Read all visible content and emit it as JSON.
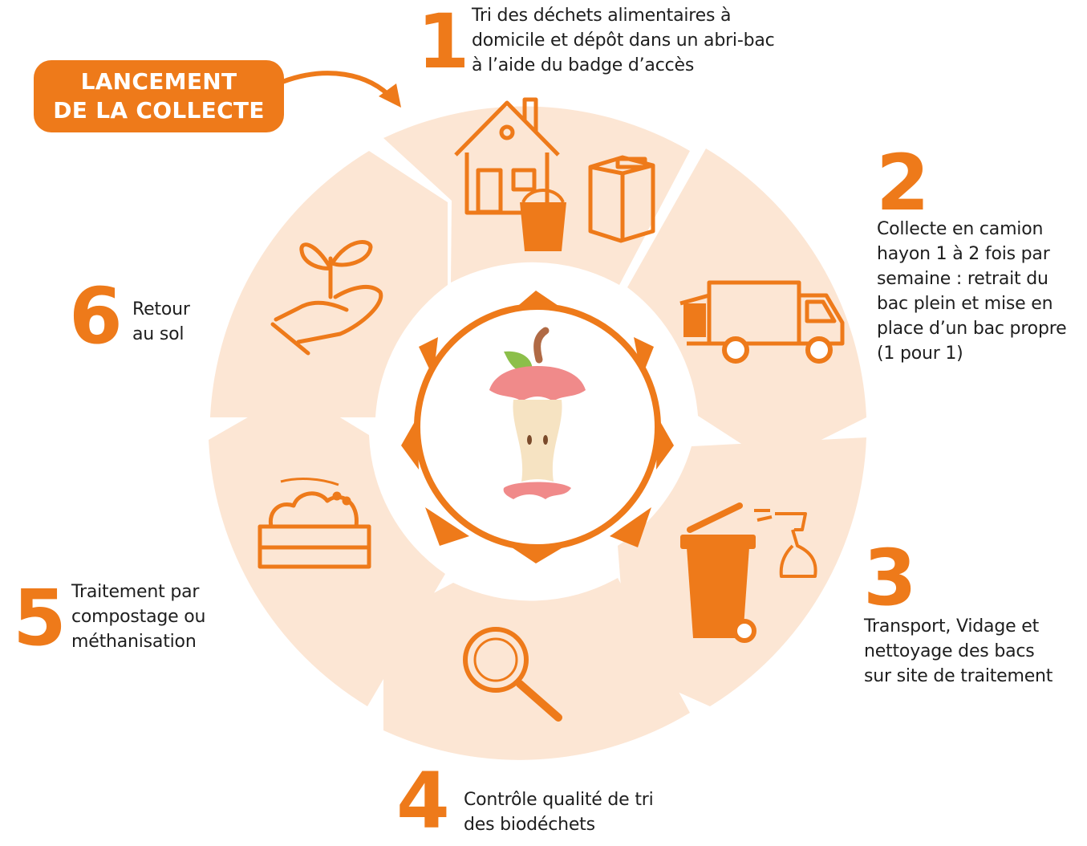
{
  "launch": {
    "line1": "LANCEMENT",
    "line2": "DE LA COLLECTE"
  },
  "steps": [
    {
      "number": "1",
      "text": "Tri des déchets alimentaires à\ndomicile et dépôt dans un abri-bac\nà l’aide du badge d’accès"
    },
    {
      "number": "2",
      "text": "Collecte en camion\nhayon 1 à 2 fois par\nsemaine : retrait du\nbac plein et mise en\nplace d’un bac propre\n(1 pour 1)"
    },
    {
      "number": "3",
      "text": "Transport, Vidage et\nnettoyage des bacs\nsur site de traitement"
    },
    {
      "number": "4",
      "text": "Contrôle qualité de tri\ndes biodéchets"
    },
    {
      "number": "5",
      "text": "Traitement par\ncompostage ou\nméthanisation"
    },
    {
      "number": "6",
      "text": "Retour\nau sol"
    }
  ],
  "colors": {
    "accent": "#ee7a1a",
    "segment": "#fce6d4",
    "text": "#1e1e1e"
  },
  "icons": [
    "house-icon",
    "food-bin-icon",
    "abri-bac-icon",
    "truck-icon",
    "wheelie-bin-icon",
    "spray-bottle-icon",
    "magnifier-icon",
    "compost-crate-icon",
    "plant-in-hand-icon",
    "apple-core-icon",
    "curved-arrow-icon"
  ]
}
